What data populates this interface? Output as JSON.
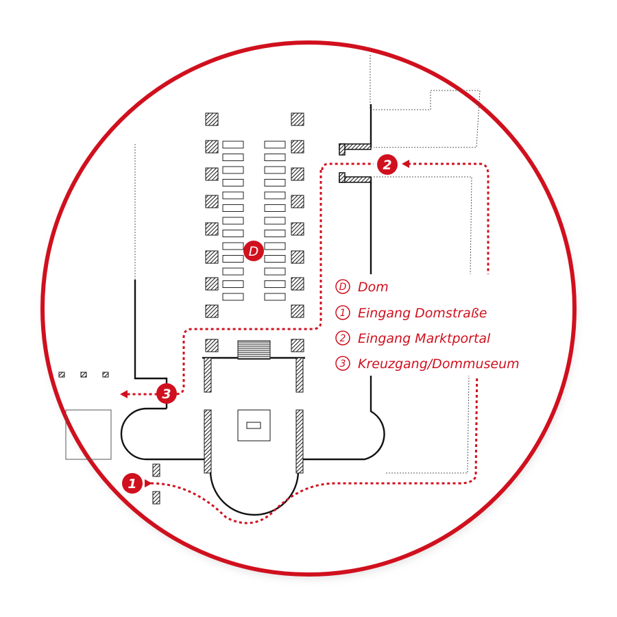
{
  "map": {
    "accent_color": "#d0101e",
    "line_color": "#111111",
    "marker_letter": "D",
    "markers": {
      "entrance_1": "1",
      "entrance_2": "2",
      "entrance_3": "3"
    }
  },
  "legend": {
    "items": [
      {
        "symbol": "D",
        "label": "Dom"
      },
      {
        "symbol": "1",
        "label": "Eingang Domstraße"
      },
      {
        "symbol": "2",
        "label": "Eingang Marktportal"
      },
      {
        "symbol": "3",
        "label": "Kreuzgang/Dommuseum"
      }
    ]
  }
}
